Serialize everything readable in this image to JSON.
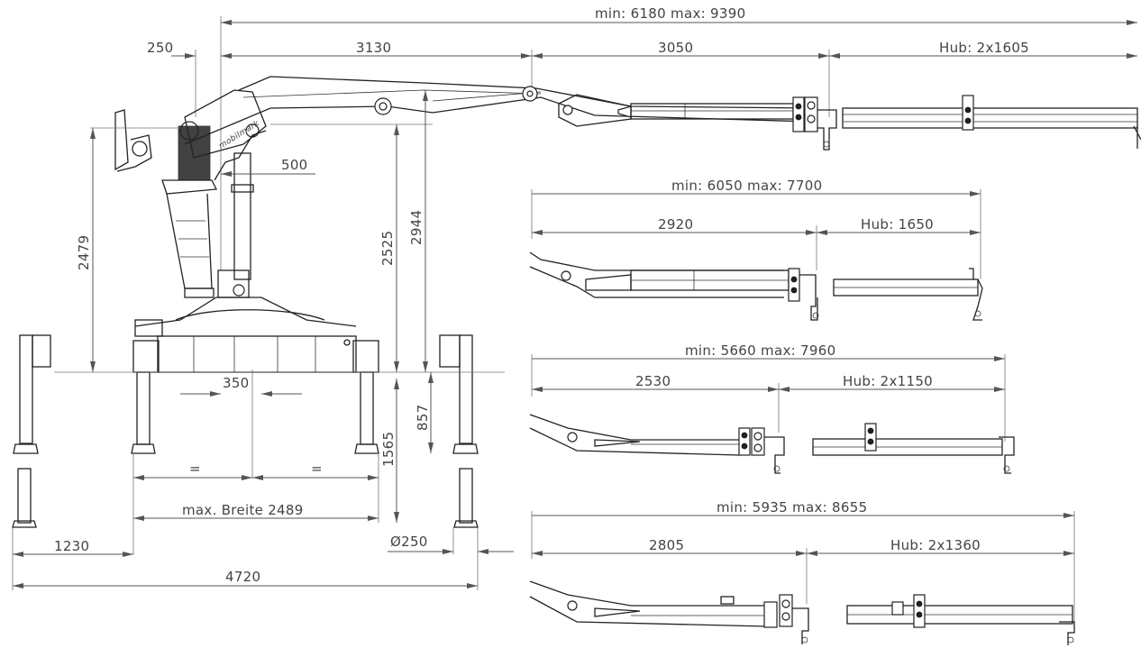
{
  "top_dims": {
    "overall": "min: 6180   max: 9390",
    "offset": "250",
    "boom1": "3130",
    "boom2": "3050",
    "stroke": "Hub: 2x1605"
  },
  "height_dims": {
    "seat_height": "2479",
    "pillar_height": "2525",
    "boom_height": "2944",
    "offset_500": "500"
  },
  "base_dims": {
    "center": "350",
    "equal_left": "=",
    "equal_right": "=",
    "leg_depth": "857",
    "outrigger_height": "1565",
    "max_width": "max. Breite 2489",
    "foot_diameter": "Ø250",
    "overhang": "1230",
    "total_width": "4720"
  },
  "variants": [
    {
      "overall": "min: 6050   max: 7700",
      "boom2": "2920",
      "stroke": "Hub: 1650"
    },
    {
      "overall": "min: 5660   max: 7960",
      "boom2": "2530",
      "stroke": "Hub: 2x1150"
    },
    {
      "overall": "min: 5935   max: 8655",
      "boom2": "2805",
      "stroke": "Hub: 2x1360"
    }
  ],
  "brand_label": "mobilmark"
}
